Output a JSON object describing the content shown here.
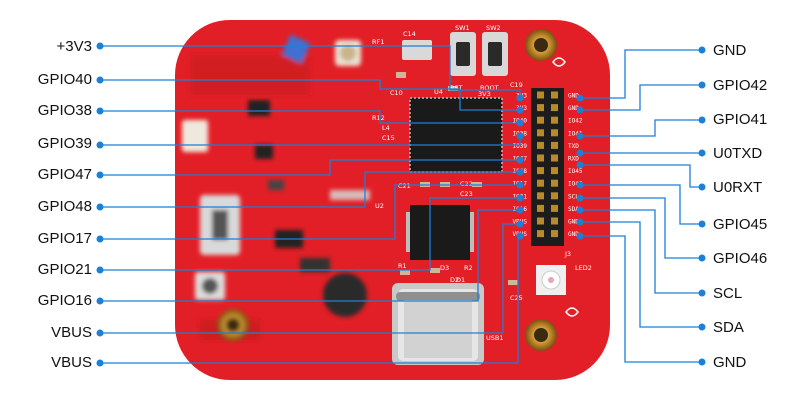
{
  "left_pins": [
    "+3V3",
    "GPIO40",
    "GPIO38",
    "GPIO39",
    "GPIO47",
    "GPIO48",
    "GPIO17",
    "GPIO21",
    "GPIO16",
    "VBUS",
    "VBUS"
  ],
  "right_pins": [
    "GND",
    "GPIO42",
    "GPIO41",
    "U0TXD",
    "U0RXT",
    "GPIO45",
    "GPIO46",
    "SCL",
    "SDA",
    "GND"
  ],
  "board": {
    "silkscreen": [
      "C14",
      "SW1",
      "SW2",
      "C19",
      "RF1",
      "LED2",
      "J3",
      "USB1",
      "C25",
      "R1",
      "U2",
      "C10",
      "L4",
      "C21",
      "C22",
      "C23",
      "R2",
      "D3",
      "D2",
      "D1",
      "3V3",
      "RST",
      "BOOT",
      "R12",
      "C15",
      "U4"
    ],
    "header_left": [
      "3V3",
      "3V3",
      "IO40",
      "IO38",
      "IO39",
      "IO47",
      "IO48",
      "IO17",
      "IO21",
      "IO16",
      "VBUS",
      "VBUS"
    ],
    "header_right": [
      "GND",
      "GND",
      "IO42",
      "IO41",
      "TXD",
      "RXD",
      "IO45",
      "IO46",
      "SCL",
      "SDA",
      "GND",
      "GND"
    ]
  },
  "colors": {
    "pcb": "#e21f26",
    "pcb_dark": "#b5141a",
    "line": "#1e7fd6",
    "label": "#111111"
  }
}
